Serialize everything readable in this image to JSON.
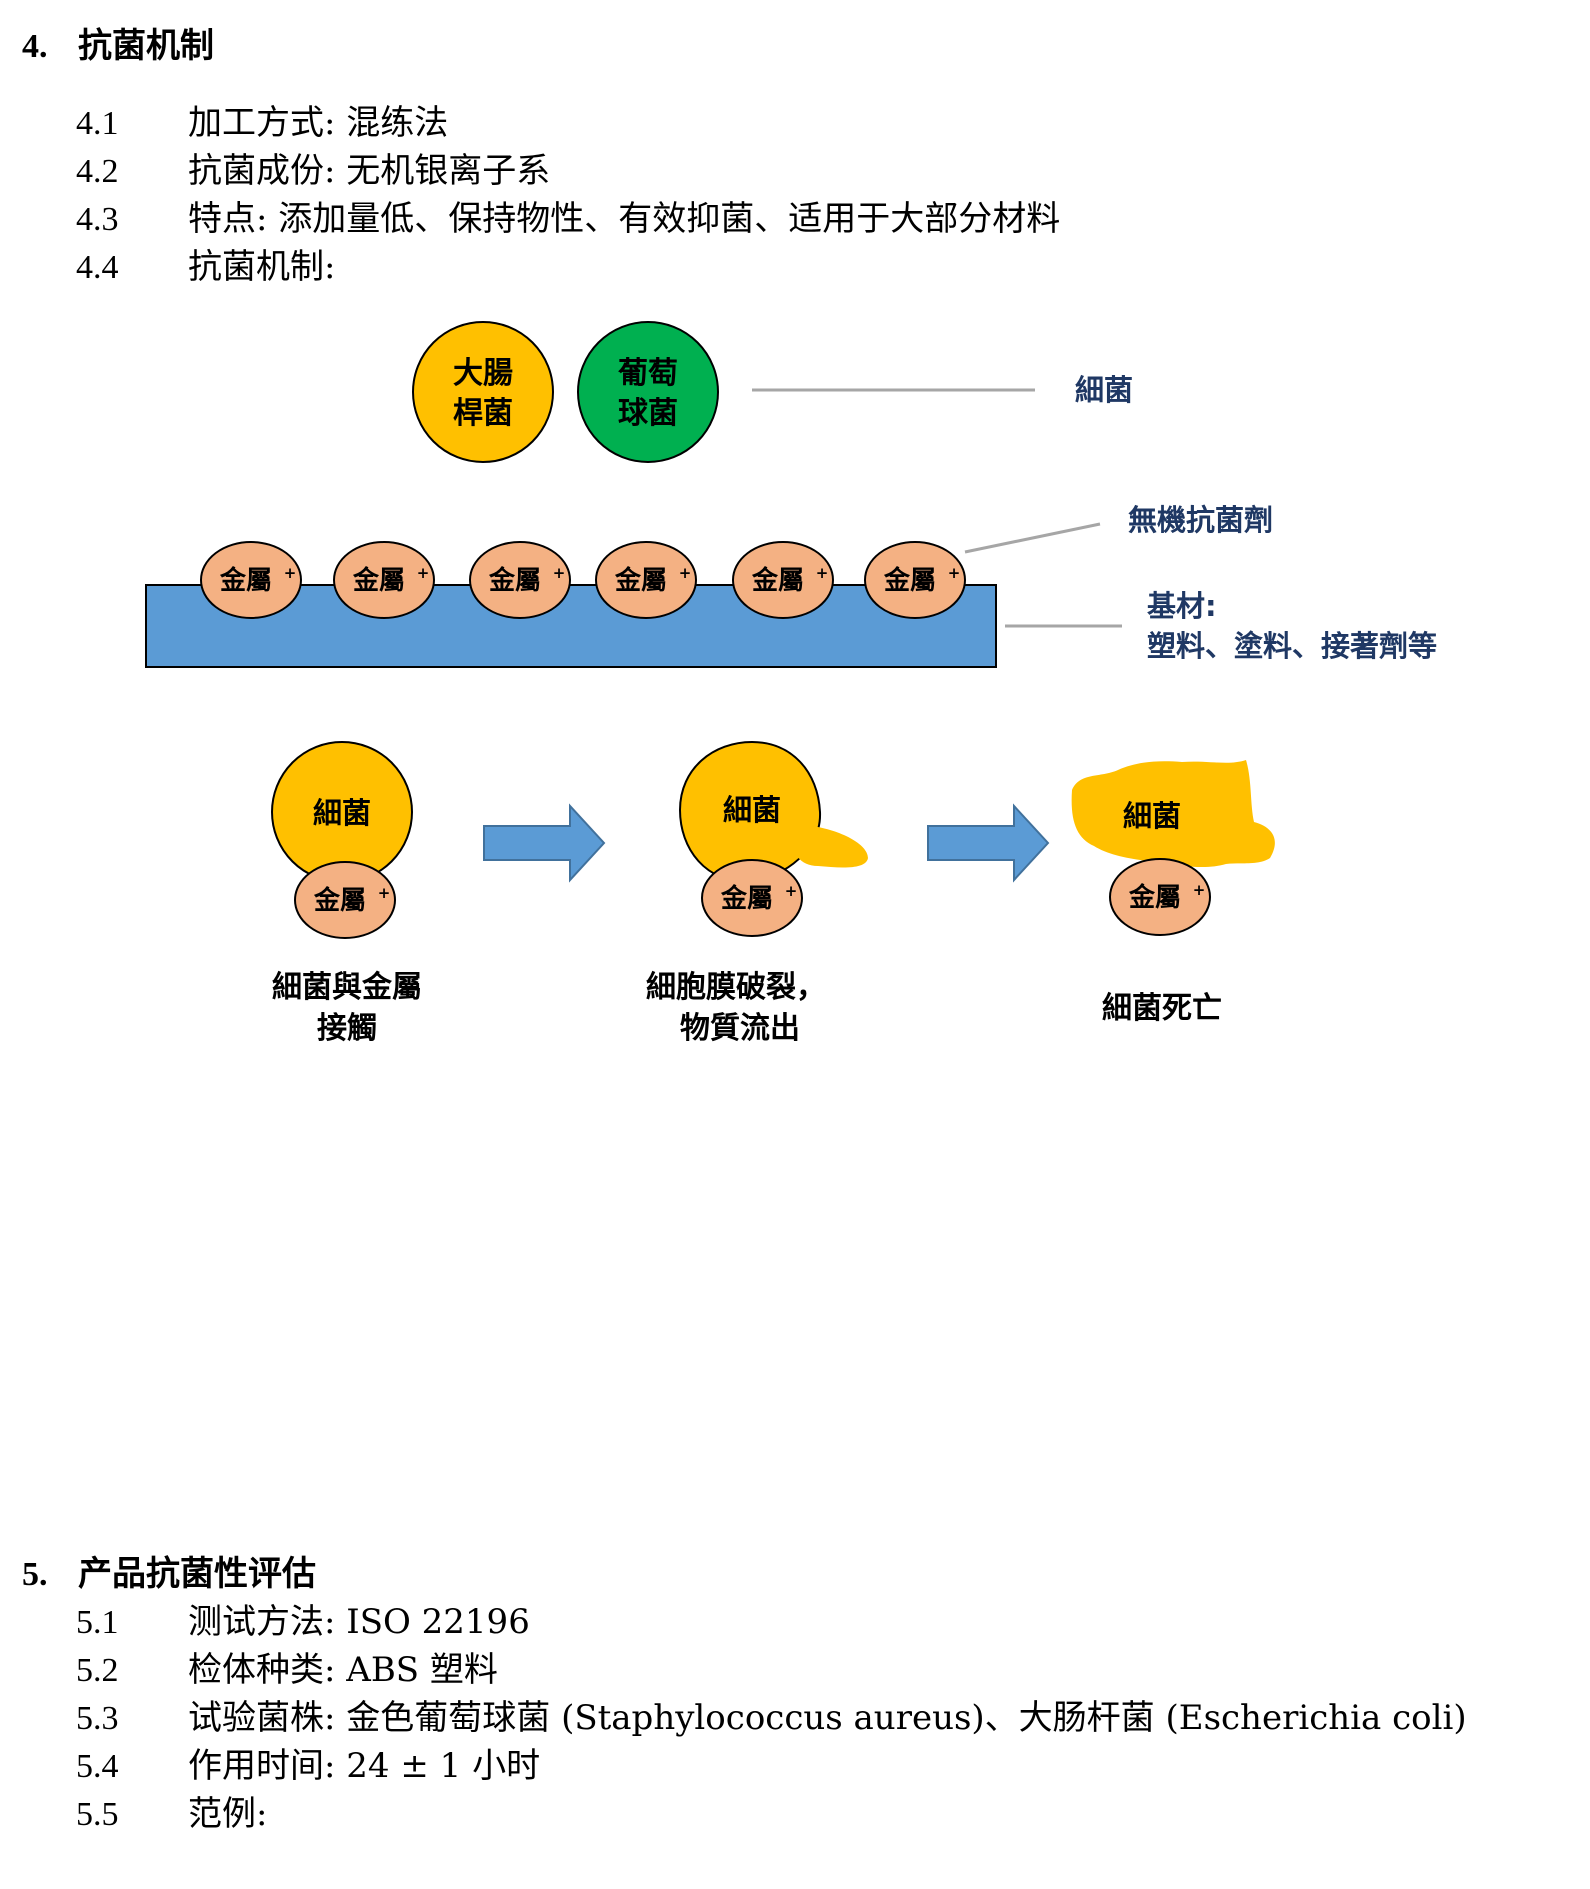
{
  "section4": {
    "num": "4.",
    "title": "抗菌机制",
    "items": [
      {
        "num": "4.1",
        "text": "加工方式: 混练法"
      },
      {
        "num": "4.2",
        "text": "抗菌成份: 无机银离子系"
      },
      {
        "num": "4.3",
        "text": "特点: 添加量低、保持物性、有效抑菌、适用于大部分材料"
      },
      {
        "num": "4.4",
        "text": "抗菌机制:"
      }
    ]
  },
  "diagram": {
    "ecoli": [
      "大腸",
      "桿菌"
    ],
    "staph": [
      "葡萄",
      "球菌"
    ],
    "bacteria_label": "細菌",
    "agent_label": "無機抗菌劑",
    "metal_label": "金屬",
    "plus": "+",
    "substrate_label": [
      "基材:",
      "塑料、塗料、接著劑等"
    ],
    "bacterium": "細菌",
    "steps": [
      [
        "細菌與金屬",
        "接觸"
      ],
      [
        "細胞膜破裂，",
        "物質流出"
      ],
      [
        "細菌死亡"
      ]
    ],
    "colors": {
      "yellow": "#FFC000",
      "green": "#00B050",
      "metal": "#F4B183",
      "substrate": "#5B9BD5",
      "arrow": "#5B9BD5",
      "label_blue": "#1F3864"
    }
  },
  "section5": {
    "num": "5.",
    "title": "产品抗菌性评估",
    "items": [
      {
        "num": "5.1",
        "text": "测试方法: ISO 22196"
      },
      {
        "num": "5.2",
        "text": "检体种类: ABS 塑料"
      },
      {
        "num": "5.3",
        "text": "试验菌株: 金色葡萄球菌 (Staphylococcus aureus)、大肠杆菌 (Escherichia coli)"
      },
      {
        "num": "5.4",
        "text": "作用时间: 24 ± 1 小时"
      },
      {
        "num": "5.5",
        "text": "范例:"
      }
    ]
  }
}
